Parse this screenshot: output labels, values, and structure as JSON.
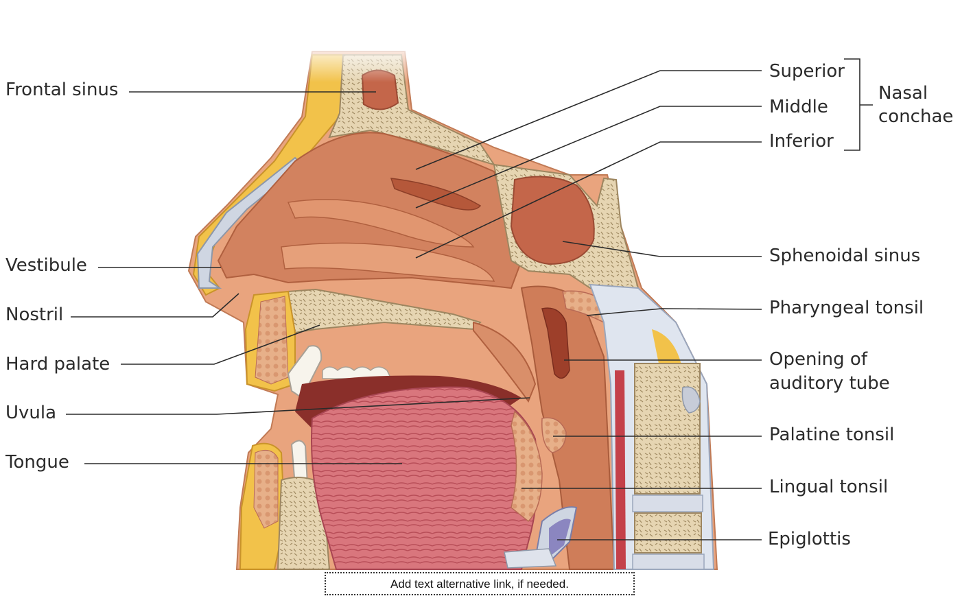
{
  "labels": {
    "frontal_sinus": "Frontal sinus",
    "vestibule": "Vestibule",
    "nostril": "Nostril",
    "hard_palate": "Hard palate",
    "uvula": "Uvula",
    "tongue": "Tongue",
    "superior": "Superior",
    "middle": "Middle",
    "inferior": "Inferior",
    "nasal_conchae_line1": "Nasal",
    "nasal_conchae_line2": "conchae",
    "sphenoidal_sinus": "Sphenoidal sinus",
    "pharyngeal_tonsil": "Pharyngeal tonsil",
    "auditory_line1": "Opening of",
    "auditory_line2": "auditory tube",
    "palatine_tonsil": "Palatine tonsil",
    "lingual_tonsil": "Lingual tonsil",
    "epiglottis": "Epiglottis"
  },
  "alt_link": "Add text alternative link, if needed.",
  "colors": {
    "mucosa": "#d98f6a",
    "cavity_dark": "#b5583a",
    "bone": "#e3d2b0",
    "fat": "#f2c24a",
    "tongue": "#d7727a",
    "leader": "#2b2b2b"
  }
}
